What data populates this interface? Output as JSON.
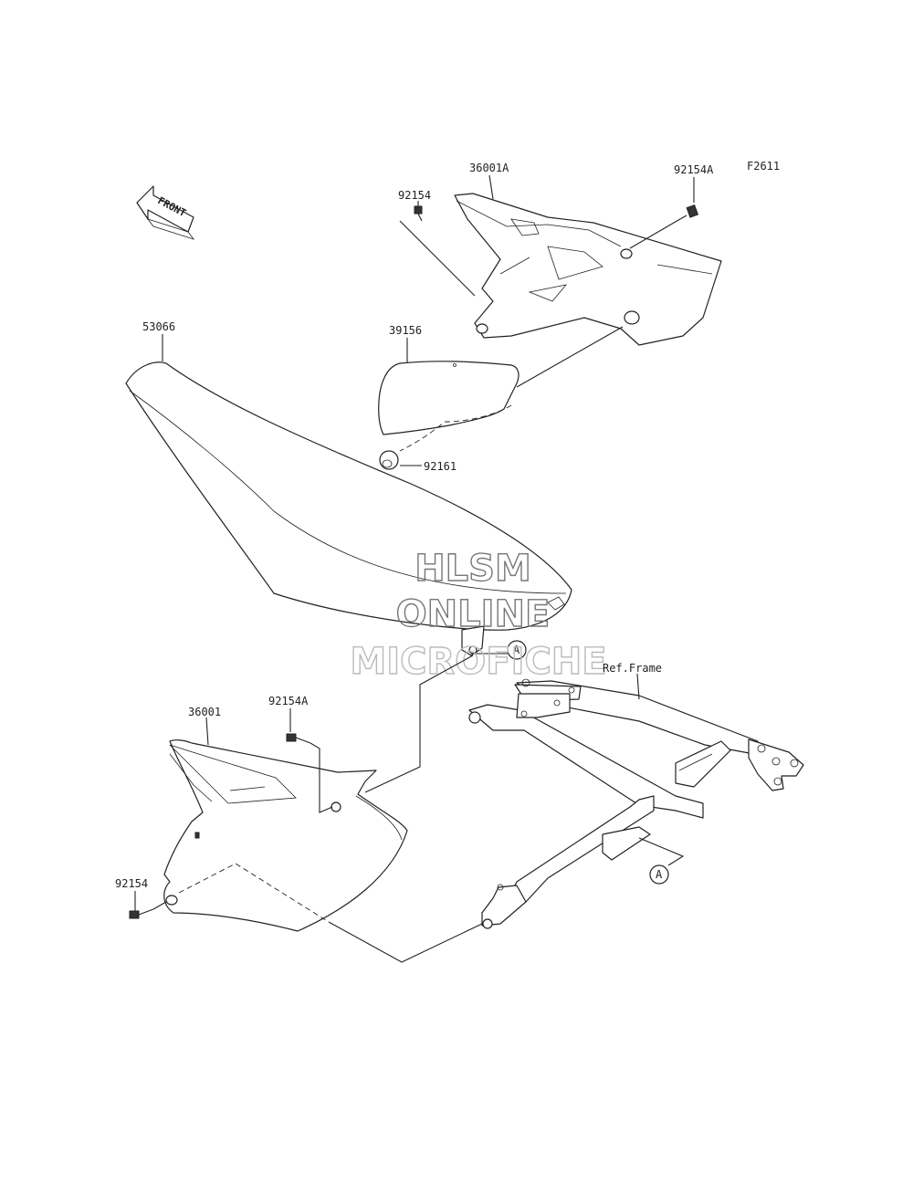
{
  "figure_id": "F2611",
  "front_label": "FRONT",
  "ref_frame_label": "Ref.Frame",
  "callouts": {
    "side_cover_rh": "36001A",
    "bolt_top_left": "92154",
    "bolt_top_right": "92154A",
    "seat": "53066",
    "pad": "39156",
    "damper": "92161",
    "side_cover_lh": "36001",
    "bolt_mid": "92154A",
    "bolt_bottom": "92154",
    "ref_a_top": "A",
    "ref_a_frame": "A"
  },
  "watermark": {
    "line1": "HLSM",
    "line2": "ONLINE",
    "line3": "MICROFICHE"
  }
}
